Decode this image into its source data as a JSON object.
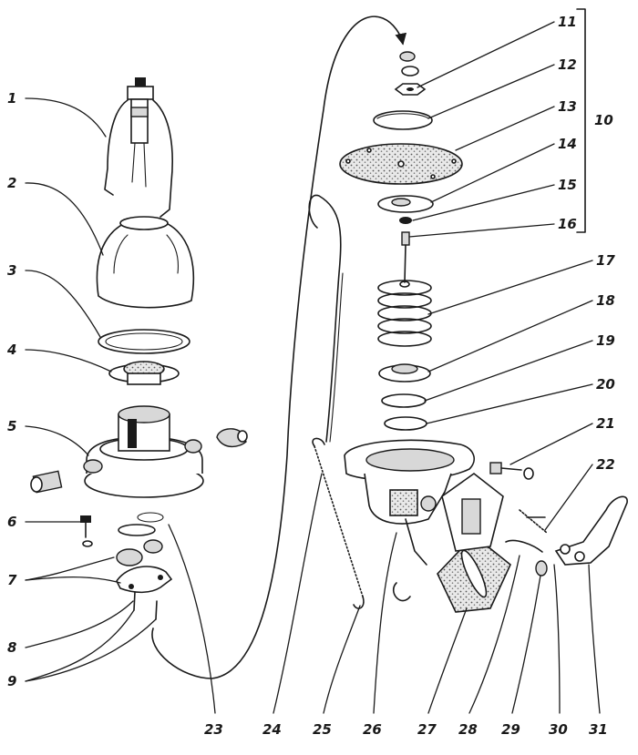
{
  "callouts": {
    "c1": "1",
    "c2": "2",
    "c3": "3",
    "c4": "4",
    "c5": "5",
    "c6": "6",
    "c7": "7",
    "c8": "8",
    "c9": "9",
    "c10": "10",
    "c11": "11",
    "c12": "12",
    "c13": "13",
    "c14": "14",
    "c15": "15",
    "c16": "16",
    "c17": "17",
    "c18": "18",
    "c19": "19",
    "c20": "20",
    "c21": "21",
    "c22": "22",
    "c23": "23",
    "c24": "24",
    "c25": "25",
    "c26": "26",
    "c27": "27",
    "c28": "28",
    "c29": "29",
    "c30": "30",
    "c31": "31"
  },
  "colors": {
    "ink": "#1a1a1a",
    "paper": "#ffffff"
  }
}
